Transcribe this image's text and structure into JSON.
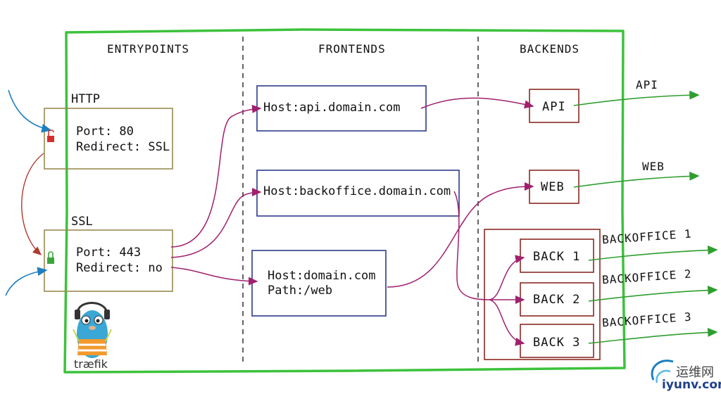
{
  "columns": {
    "entrypoints": "ENTRYPOINTS",
    "frontends": "FRONTENDS",
    "backends": "BACKENDS"
  },
  "entrypoints": [
    {
      "title": "HTTP",
      "line1": "Port: 80",
      "line2": "Redirect: SSL",
      "lock": "open-lock",
      "lock_color": "#d32f2f"
    },
    {
      "title": "SSL",
      "line1": "Port: 443",
      "line2": "Redirect: no",
      "lock": "closed-lock",
      "lock_color": "#3aa53a"
    }
  ],
  "frontends": [
    {
      "line1": "Host:api.domain.com"
    },
    {
      "line1": "Host:backoffice.domain.com"
    },
    {
      "line1": "Host:domain.com",
      "line2": "Path:/web"
    }
  ],
  "backends": {
    "api": "API",
    "web": "WEB",
    "back1": "BACK 1",
    "back2": "BACK 2",
    "back3": "BACK 3"
  },
  "outputs": {
    "api": "API",
    "web": "WEB",
    "backoffice1": "BACKOFFICE 1",
    "backoffice2": "BACKOFFICE 2",
    "backoffice3": "BACKOFFICE 3"
  },
  "logo": {
    "text": "træfik"
  },
  "watermark": {
    "cn": "运维网",
    "en": "iyunv.com"
  },
  "colors": {
    "frame": "#3cc23c",
    "entrypoint_box": "#9a8a50",
    "frontend_box": "#2c3a8c",
    "backend_box": "#8a2a22",
    "route_arrow": "#a0206e",
    "input_arrow": "#1e7fc0",
    "output_arrow": "#2e9e2e",
    "redirect_arrow": "#b03a2e"
  }
}
